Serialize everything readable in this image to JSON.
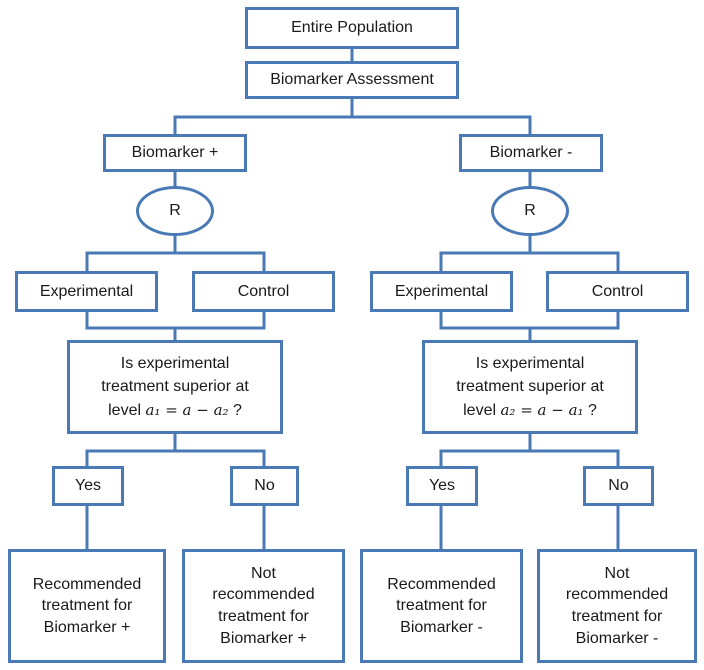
{
  "colors": {
    "border": "#4a7ab5",
    "text": "#1a1a1a",
    "background": "#ffffff"
  },
  "top": {
    "population": "Entire Population",
    "assessment": "Biomarker Assessment"
  },
  "positive": {
    "group": "Biomarker +",
    "randomize": "R",
    "experimental": "Experimental",
    "control": "Control",
    "question": {
      "line1": "Is experimental",
      "line2": "treatment superior at",
      "line3_prefix": "level ",
      "line3_math": "a₁ = a − a₂",
      "line3_suffix": " ?"
    },
    "yes": "Yes",
    "no": "No",
    "recommended": {
      "l1": "Recommended",
      "l2": "treatment for",
      "l3": "Biomarker +"
    },
    "not_recommended": {
      "l1": "Not",
      "l2": "recommended",
      "l3": "treatment for",
      "l4": "Biomarker +"
    }
  },
  "negative": {
    "group": "Biomarker -",
    "randomize": "R",
    "experimental": "Experimental",
    "control": "Control",
    "question": {
      "line1": "Is experimental",
      "line2": "treatment superior at",
      "line3_prefix": "level ",
      "line3_math": "a₂ = a − a₁",
      "line3_suffix": " ?"
    },
    "yes": "Yes",
    "no": "No",
    "recommended": {
      "l1": "Recommended",
      "l2": "treatment for",
      "l3": "Biomarker -"
    },
    "not_recommended": {
      "l1": "Not",
      "l2": "recommended",
      "l3": "treatment for",
      "l4": "Biomarker -"
    }
  }
}
